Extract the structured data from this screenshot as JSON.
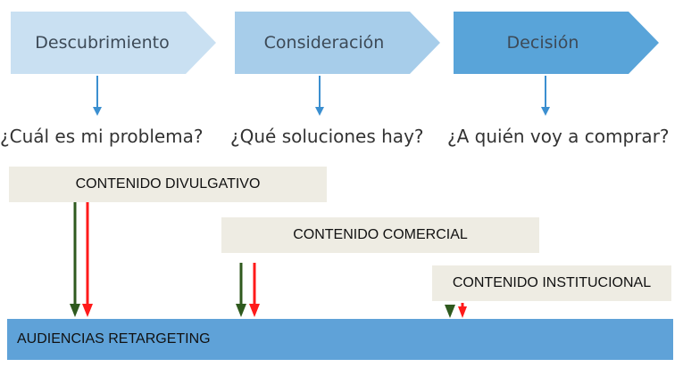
{
  "stages": [
    {
      "label": "Descubrimiento",
      "color": "#c9e0f2",
      "question": "¿Cuál es mi problema?"
    },
    {
      "label": "Consideración",
      "color": "#a7cdea",
      "question": "¿Qué soluciones hay?"
    },
    {
      "label": "Decisión",
      "color": "#59a4d9",
      "question": "¿A quién voy a comprar?"
    }
  ],
  "content_types": [
    {
      "label": "CONTENIDO DIVULGATIVO"
    },
    {
      "label": "CONTENIDO COMERCIAL"
    },
    {
      "label": "CONTENIDO INSTITUCIONAL"
    }
  ],
  "audience": {
    "label": "AUDIENCIAS RETARGETING",
    "color": "#5fa2d8"
  },
  "arrow_colors": {
    "stage": "#3b8fd0",
    "green": "#2f5a1e",
    "red": "#ff1a1a"
  }
}
